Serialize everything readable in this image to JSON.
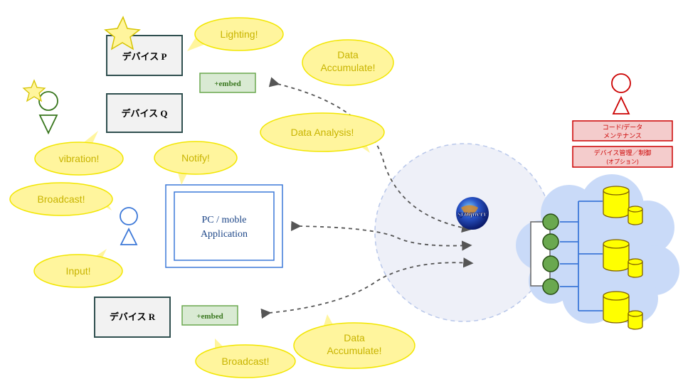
{
  "devices": {
    "p": "デバイス P",
    "q": "デバイス Q",
    "r": "デバイス R"
  },
  "embed_labels": {
    "p": "+embed",
    "r": "+embed"
  },
  "app": {
    "line1": "PC / moble",
    "line2": "Application"
  },
  "bubbles": {
    "lighting": "Lighting!",
    "data_accumulate_top_1": "Data",
    "data_accumulate_top_2": "Accumulate!",
    "data_analysis": "Data Analysis!",
    "vibration": "vibration!",
    "notify": "Notify!",
    "broadcast_left": "Broadcast!",
    "input": "Input!",
    "broadcast_bottom": "Broadcast!",
    "data_accumulate_bottom_1": "Data",
    "data_accumulate_bottom_2": "Accumulate!"
  },
  "logo": {
    "text": "synquery"
  },
  "maintenance": {
    "box1_line1": "コード/データ",
    "box1_line2": "メンテナンス",
    "box2_line1": "デバイス管理／制御",
    "box2_line2": "(オプション)"
  },
  "colors": {
    "bubble_fill": "#fff59d",
    "bubble_stroke": "#f2e600",
    "bubble_text": "#c8b400",
    "device_fill": "#f2f2f2",
    "device_stroke": "#2f4f4f",
    "embed_fill": "#d9ead3",
    "embed_stroke": "#6aa84f",
    "app_stroke": "#3c78d8",
    "maint_fill": "#f4cccc",
    "maint_stroke": "#cc0000",
    "db_fill": "#ffff00",
    "node_fill": "#6aa84f",
    "cloud_fill": "#c9daf8",
    "circle_fill": "#eef0f8"
  }
}
